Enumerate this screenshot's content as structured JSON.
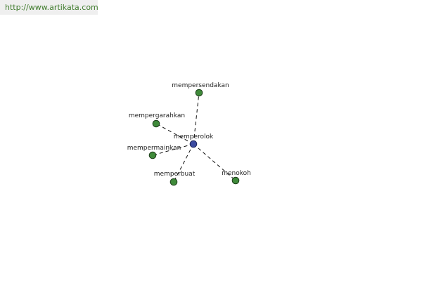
{
  "header": {
    "url_text": "http://www.artikata.com"
  },
  "graph": {
    "center": {
      "label": "memperolok",
      "color": "#3b4aa0"
    },
    "leaf_color": "#3f8a3a",
    "edge_color": "#111111",
    "nodes": [
      {
        "id": "mempersendakan",
        "label": "mempersendakan"
      },
      {
        "id": "mempergarahkan",
        "label": "mempergarahkan"
      },
      {
        "id": "mempermainkan",
        "label": "mempermainkan"
      },
      {
        "id": "memperbuat",
        "label": "memperbuat"
      },
      {
        "id": "menokoh",
        "label": "menokoh"
      }
    ]
  }
}
